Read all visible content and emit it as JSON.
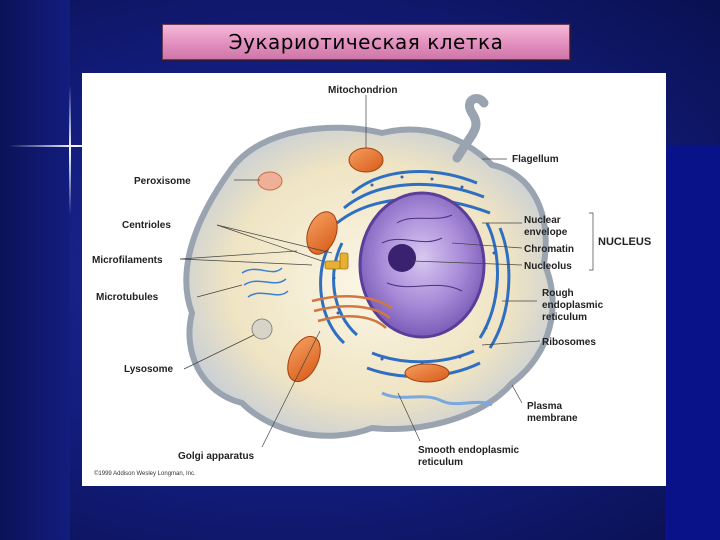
{
  "slide": {
    "title": "Эукариотическая клетка"
  },
  "diagram": {
    "labels": {
      "mitochondrion": "Mitochondrion",
      "flagellum": "Flagellum",
      "peroxisome": "Peroxisome",
      "centrioles": "Centrioles",
      "microfilaments": "Microfilaments",
      "microtubules": "Microtubules",
      "lysosome": "Lysosome",
      "golgi": "Golgi apparatus",
      "nuclear_envelope_1": "Nuclear",
      "nuclear_envelope_2": "envelope",
      "chromatin": "Chromatin",
      "nucleolus": "Nucleolus",
      "nucleus_group": "NUCLEUS",
      "rough_er_1": "Rough",
      "rough_er_2": "endoplasmic",
      "rough_er_3": "reticulum",
      "ribosomes": "Ribosomes",
      "plasma_membrane_1": "Plasma",
      "plasma_membrane_2": "membrane",
      "smooth_er_1": "Smooth endoplasmic",
      "smooth_er_2": "reticulum"
    },
    "copyright": "©1999 Addison Wesley Longman, Inc."
  },
  "colors": {
    "background": "#121c7a",
    "title_bar": "#e28fbe",
    "nucleus": "#9b7fd0",
    "er": "#2f6fc2",
    "mitochondria": "#e8772e",
    "cytoplasm": "#f5efd9"
  }
}
